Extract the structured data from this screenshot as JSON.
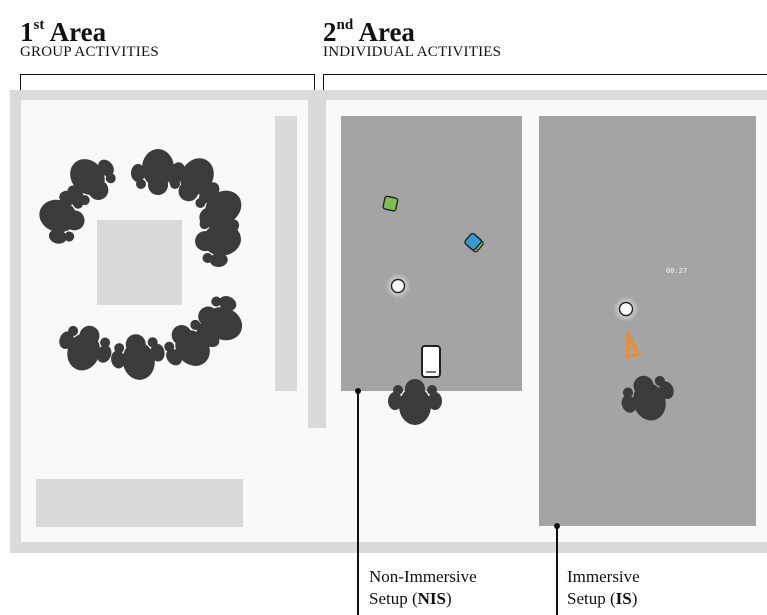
{
  "areas": [
    {
      "ordinal_number": "1",
      "ordinal_suffix": "st",
      "title_word": "Area",
      "subtitle": "GROUP ACTIVITIES"
    },
    {
      "ordinal_number": "2",
      "ordinal_suffix": "nd",
      "title_word": "Area",
      "subtitle": "INDIVIDUAL ACTIVITIES"
    }
  ],
  "setups": [
    {
      "line1": "Non-Immersive",
      "line2_prefix": "Setup (",
      "abbr": "NIS",
      "line2_suffix": ")"
    },
    {
      "line1": "Immersive",
      "line2_prefix": "Setup (",
      "abbr": "IS",
      "line2_suffix": ")"
    }
  ],
  "timer_text": "00:27",
  "colors": {
    "person": "#3b3b3b",
    "panel": "#a4a4a4",
    "walls": "#dadada",
    "floor": "#f9f9f9",
    "green_object": "#7cc04a",
    "blue_object": "#3399d6",
    "orange_marker": "#f08a2a"
  }
}
